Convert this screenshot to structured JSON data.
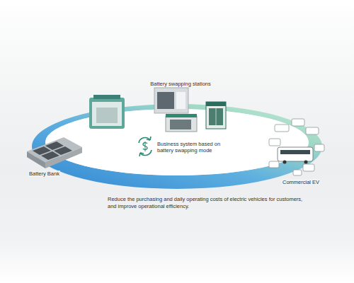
{
  "diagram": {
    "caption": "Reduce the purchasing and daily operating costs of electric vehicles for customers, and improve operational efficiency.",
    "nodes": [
      {
        "text": [
          "Battery swapping stations"
        ]
      },
      {
        "text": [
          "Business system based on battery swapping mode"
        ]
      },
      {
        "text": [
          "Battery Bank"
        ]
      },
      {
        "text": [
          "Commercial EV"
        ]
      }
    ]
  }
}
